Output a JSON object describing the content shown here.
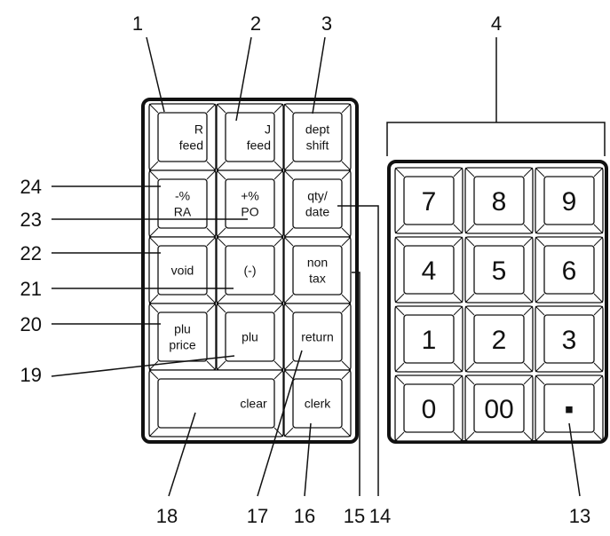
{
  "left_keys": [
    {
      "id": "r-feed",
      "lines": [
        "R",
        "feed"
      ]
    },
    {
      "id": "j-feed",
      "lines": [
        "J",
        "feed"
      ]
    },
    {
      "id": "dept-shift",
      "lines": [
        "dept",
        "shift"
      ]
    },
    {
      "id": "minus-percent-ra",
      "lines": [
        "-%",
        "RA"
      ]
    },
    {
      "id": "plus-percent-po",
      "lines": [
        "+%",
        "PO"
      ]
    },
    {
      "id": "qty-date",
      "lines": [
        "qty/",
        "date"
      ]
    },
    {
      "id": "void",
      "lines": [
        "void"
      ]
    },
    {
      "id": "minus",
      "lines": [
        "(-)"
      ]
    },
    {
      "id": "non-tax",
      "lines": [
        "non",
        "tax"
      ]
    },
    {
      "id": "plu-price",
      "lines": [
        "plu",
        "price"
      ]
    },
    {
      "id": "plu",
      "lines": [
        "plu"
      ]
    },
    {
      "id": "return",
      "lines": [
        "return"
      ]
    },
    {
      "id": "clear",
      "lines": [
        "clear"
      ]
    },
    {
      "id": "clerk",
      "lines": [
        "clerk"
      ]
    }
  ],
  "numeric_keys": [
    "7",
    "8",
    "9",
    "4",
    "5",
    "6",
    "1",
    "2",
    "3",
    "0",
    "00",
    "▪"
  ],
  "callouts": [
    "1",
    "2",
    "3",
    "4",
    "13",
    "14",
    "15",
    "16",
    "17",
    "18",
    "19",
    "20",
    "21",
    "22",
    "23",
    "24"
  ]
}
